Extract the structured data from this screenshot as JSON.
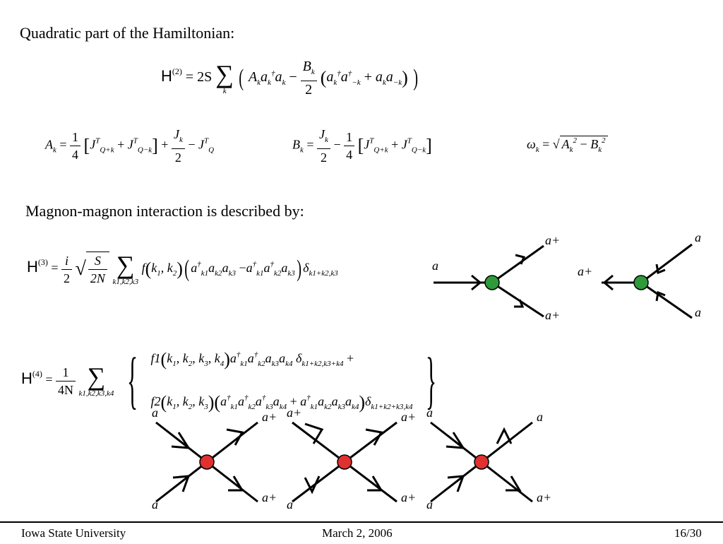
{
  "headings": {
    "quadratic": "Quadratic part of the Hamiltonian:",
    "interaction": "Magnon-magnon interaction is described by:"
  },
  "equations": {
    "h2_symbol": "H",
    "h2_order": "(2)",
    "h2_rhs_prefix": "= 2S",
    "h2_sum_index": "k",
    "h2_term_a": "A",
    "h2_term_b_num": "B",
    "h2_term_b_den": "2",
    "a_def_label": "A",
    "b_def_label": "B",
    "omega_label": "ω",
    "h3_symbol": "H",
    "h3_order": "(3)",
    "h3_prefactor_num": "i",
    "h3_prefactor_den": "2",
    "h3_sqrt_num": "S",
    "h3_sqrt_den": "2N",
    "h3_sum_index": "k1,k2,k3",
    "h3_func": "f",
    "h4_symbol": "H",
    "h4_order": "(4)",
    "h4_prefactor_num": "1",
    "h4_prefactor_den": "4N",
    "h4_sum_index": "k1,k2,k3,k4",
    "h4_func1": "f1",
    "h4_func2": "f2"
  },
  "diagrams": {
    "vertex3_colors": "#2e9a3a",
    "vertex4_colors": "#e03030",
    "label_a": "a",
    "label_a_plus": "a+"
  },
  "footer": {
    "institution": "Iowa State University",
    "date": "March 2, 2006",
    "page": "16/30"
  }
}
